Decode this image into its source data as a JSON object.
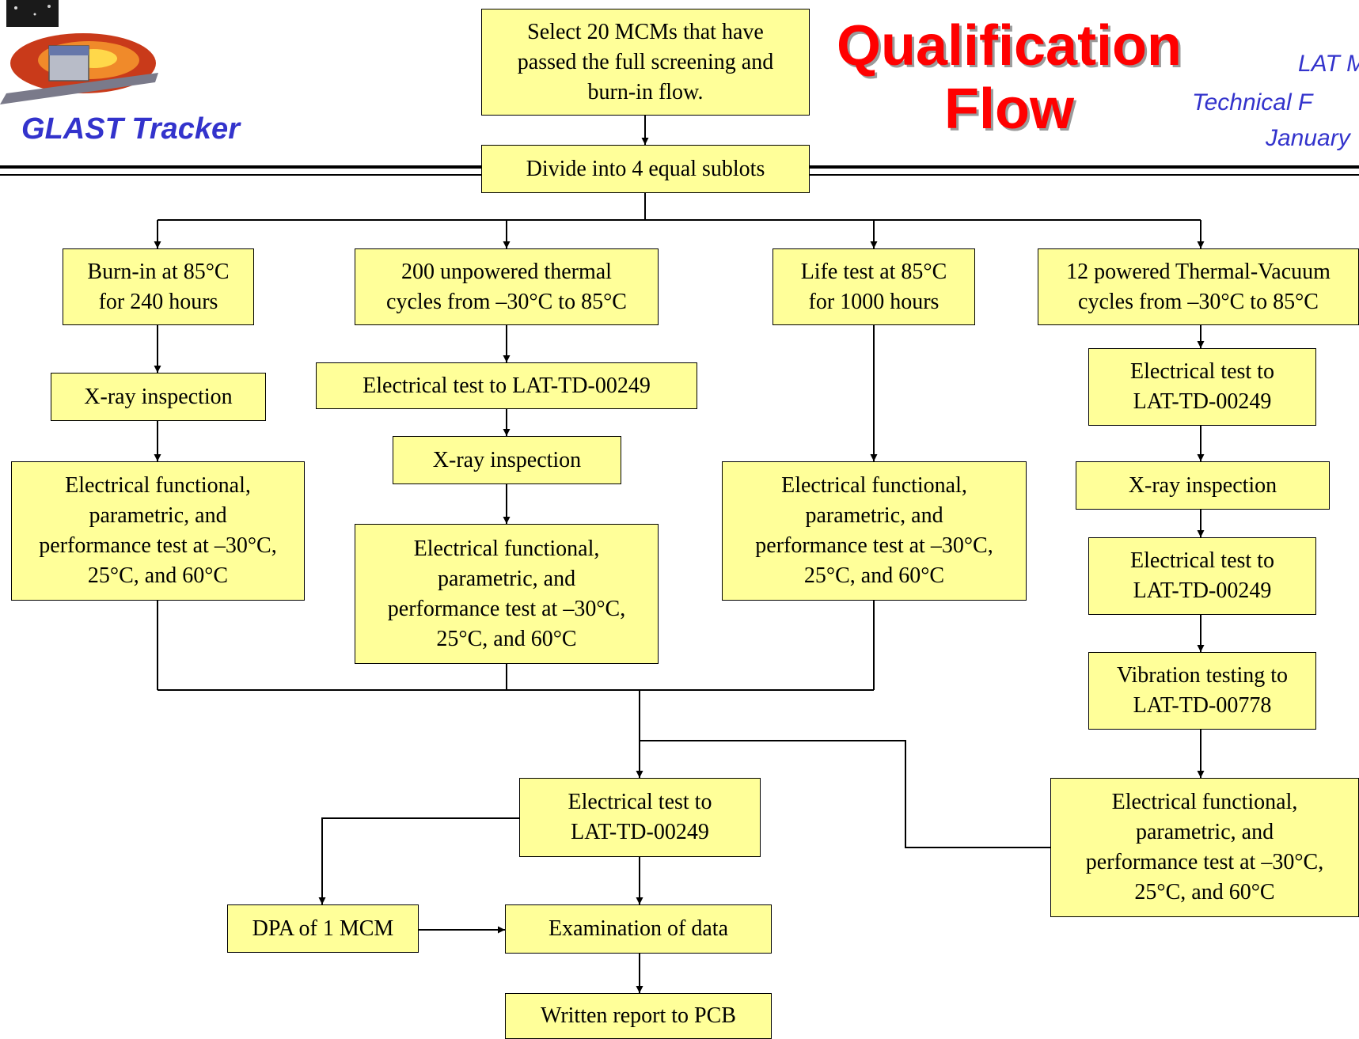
{
  "header": {
    "brand": "GLAST Tracker",
    "title": "Qualification\nFlow",
    "meeting_line1": "LAT M",
    "meeting_line2": "Technical F",
    "meeting_line3": "January"
  },
  "steps": {
    "select": "Select 20 MCMs that have\npassed the full screening and\nburn-in flow.",
    "divide": "Divide into 4 equal sublots",
    "burnin": "Burn-in at 85°C\nfor 240 hours",
    "xray1": "X-ray inspection",
    "functional1": "Electrical functional,\nparametric, and\nperformance test at –30°C,\n25°C, and 60°C",
    "thermal_cycles": "200 unpowered thermal\ncycles from –30°C to 85°C",
    "etest2": "Electrical test to LAT-TD-00249",
    "xray2": "X-ray inspection",
    "functional2": "Electrical functional,\nparametric, and\nperformance test at –30°C,\n25°C, and 60°C",
    "life_test": "Life test at 85°C\nfor 1000 hours",
    "functional3": "Electrical functional,\nparametric, and\nperformance test at –30°C,\n25°C, and 60°C",
    "thermal_vacuum": "12 powered Thermal-Vacuum\ncycles from –30°C to 85°C",
    "etest4a": "Electrical test to\nLAT-TD-00249",
    "xray4": "X-ray inspection",
    "etest4b": "Electrical test to\nLAT-TD-00249",
    "vibration": "Vibration testing to\nLAT-TD-00778",
    "functional4": "Electrical functional,\nparametric, and\nperformance test at –30°C,\n25°C, and 60°C",
    "etest_final": "Electrical test to\nLAT-TD-00249",
    "dpa": "DPA of 1 MCM",
    "exam": "Examination of data",
    "report": "Written report to PCB"
  }
}
